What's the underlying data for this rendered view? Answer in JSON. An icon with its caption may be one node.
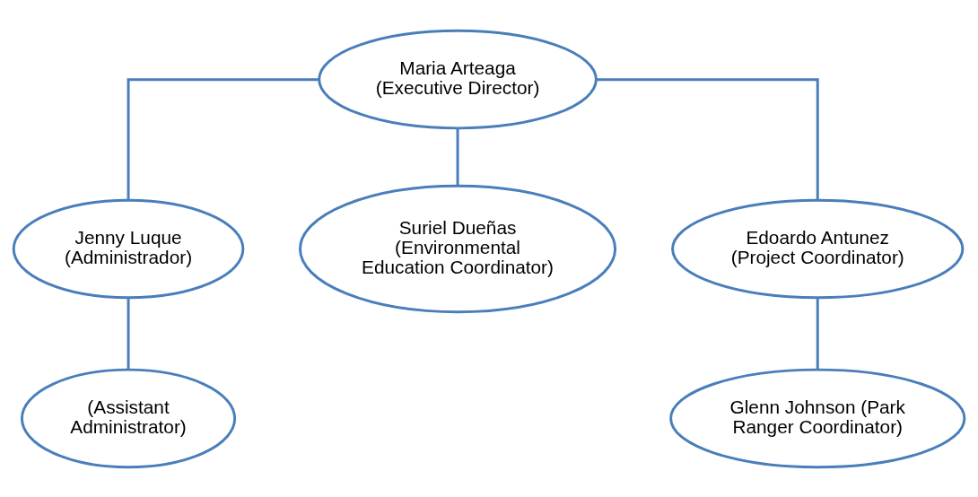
{
  "diagram": {
    "nodes": [
      {
        "text": [
          "Maria Arteaga (Executive Director)"
        ]
      },
      {
        "text": [
          "Jenny Luque (Administrador)"
        ]
      },
      {
        "text": [
          "Suriel Dueñas (Environmental Education Coordinator)"
        ]
      },
      {
        "text": [
          "Edoardo Antunez (Project Coordinator)"
        ]
      },
      {
        "text": [
          "(Assistant Administrator)"
        ]
      },
      {
        "text": [
          "Glenn Johnson (Park Ranger Coordinator)"
        ]
      }
    ],
    "edges": [
      {
        "from": 0,
        "to": 1,
        "arrow": "none"
      },
      {
        "from": 0,
        "to": 2,
        "arrow": "none"
      },
      {
        "from": 0,
        "to": 3,
        "arrow": "none"
      },
      {
        "from": 1,
        "to": 4,
        "arrow": "none"
      },
      {
        "from": 3,
        "to": 5,
        "arrow": "none"
      }
    ]
  }
}
